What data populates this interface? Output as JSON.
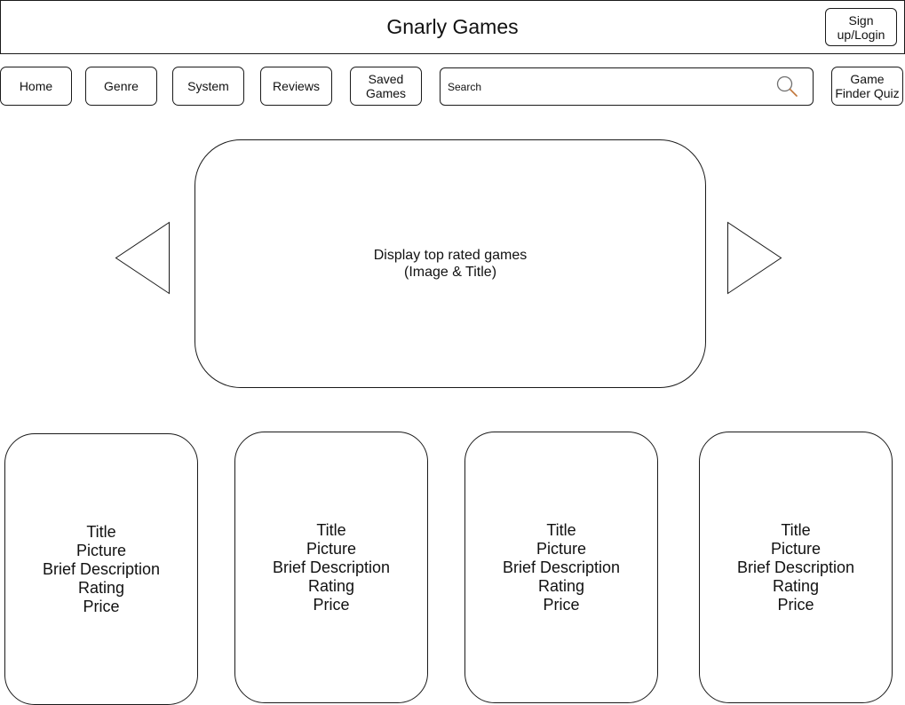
{
  "header": {
    "title": "Gnarly Games",
    "signup_label": "Sign\nup/Login"
  },
  "nav": {
    "home": "Home",
    "genre": "Genre",
    "system": "System",
    "reviews": "Reviews",
    "saved_games": "Saved\nGames",
    "quiz": "Game\nFinder Quiz"
  },
  "search": {
    "placeholder": "Search",
    "icon": "search-icon"
  },
  "carousel": {
    "text": "Display top rated games\n(Image & Title)",
    "prev_icon": "triangle-left-icon",
    "next_icon": "triangle-right-icon"
  },
  "cards": [
    {
      "title": "Title",
      "picture": "Picture",
      "description": "Brief Description",
      "rating": "Rating",
      "price": "Price"
    },
    {
      "title": "Title",
      "picture": "Picture",
      "description": "Brief Description",
      "rating": "Rating",
      "price": "Price"
    },
    {
      "title": "Title",
      "picture": "Picture",
      "description": "Brief Description",
      "rating": "Rating",
      "price": "Price"
    },
    {
      "title": "Title",
      "picture": "Picture",
      "description": "Brief Description",
      "rating": "Rating",
      "price": "Price"
    }
  ]
}
